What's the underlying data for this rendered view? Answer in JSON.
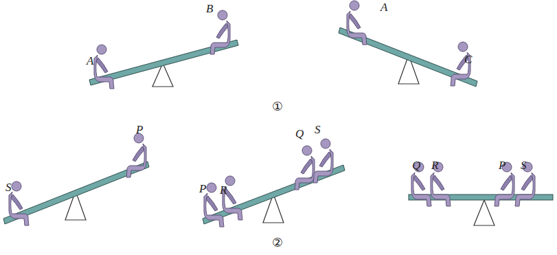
{
  "diagram": {
    "labels": [
      "A",
      "B",
      "A",
      "C",
      "①",
      "S",
      "P",
      "P",
      "R",
      "Q",
      "S",
      "②",
      "Q",
      "R",
      "P",
      "S"
    ]
  }
}
